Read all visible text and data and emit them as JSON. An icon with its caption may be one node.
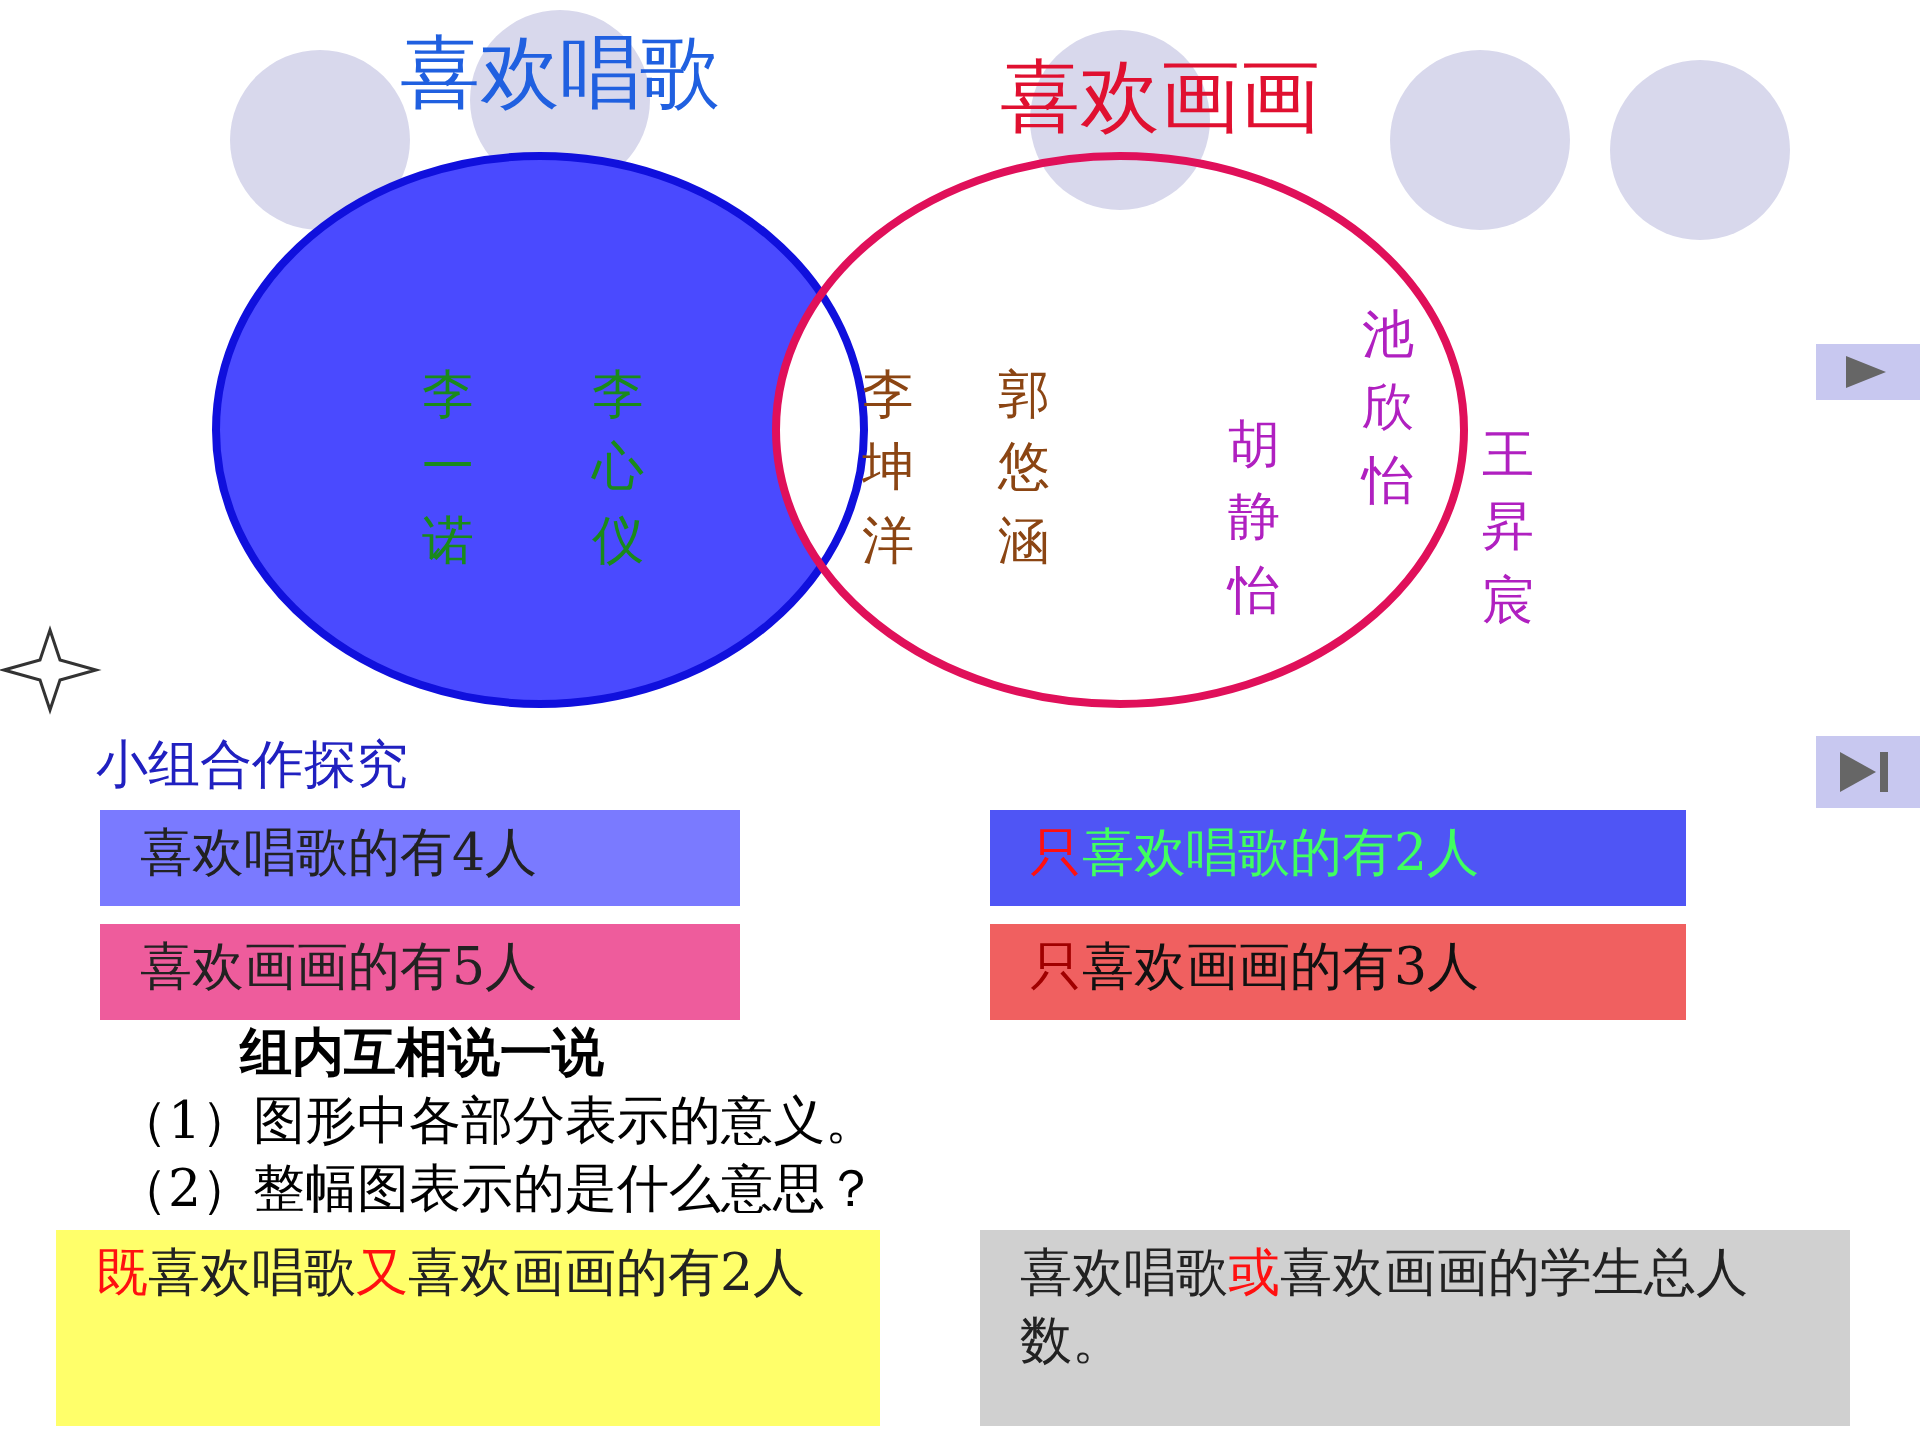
{
  "diagram": {
    "nodes": [
      {
        "text": [
          "喜欢唱歌",
          "李一诺",
          "李心仪"
        ]
      },
      {
        "text": [
          "喜欢画画",
          "胡静怡",
          "池欣怡",
          "王昇宸"
        ]
      },
      {
        "text": [
          "喜欢唱歌的有4人"
        ]
      },
      {
        "text": [
          "只喜欢唱歌的有2人"
        ]
      },
      {
        "text": [
          "喜欢画画的有5人"
        ]
      },
      {
        "text": [
          "只喜欢画画的有3人"
        ]
      },
      {
        "text": [
          "既喜欢唱歌又喜欢画画的有2人"
        ]
      },
      {
        "text": [
          "喜欢唱歌或喜欢画画的学生总人数。"
        ]
      }
    ],
    "labels": [
      "李坤洋",
      "郭悠涵",
      "小组合作探究",
      "组内互相说一说",
      "（1）图形中各部分表示的意义。",
      "（2）整幅图表示的是什么意思？"
    ]
  }
}
